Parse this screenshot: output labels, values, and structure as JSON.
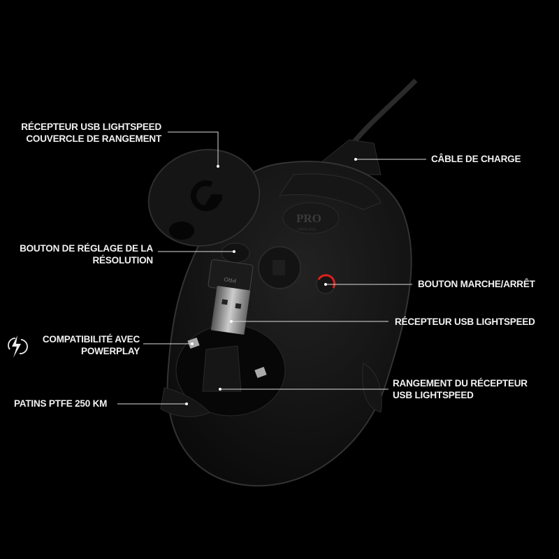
{
  "product_mark": "PRO",
  "product_mark_sub": "WIRELESS",
  "callouts": {
    "cover": {
      "line1": "RÉCEPTEUR USB LIGHTSPEED",
      "line2": "COUVERCLE DE RANGEMENT"
    },
    "dpi": {
      "line1": "BOUTON DE RÉGLAGE DE LA",
      "line2": "RÉSOLUTION"
    },
    "powerplay": {
      "line1": "COMPATIBILITÉ AVEC",
      "line2": "POWERPLAY",
      "icon": "powerplay-wireless-charging-icon"
    },
    "feet": {
      "line1": "PATINS PTFE 250 KM"
    },
    "cable": {
      "line1": "CÂBLE DE CHARGE"
    },
    "power": {
      "line1": "BOUTON MARCHE/ARRÊT"
    },
    "receiver": {
      "line1": "RÉCEPTEUR USB LIGHTSPEED"
    },
    "storage": {
      "line1": "RANGEMENT DU RÉCEPTEUR",
      "line2": "USB LIGHTSPEED"
    }
  },
  "colors": {
    "background": "#000000",
    "text": "#f2f2f2",
    "power_ring": "#e0201c"
  }
}
